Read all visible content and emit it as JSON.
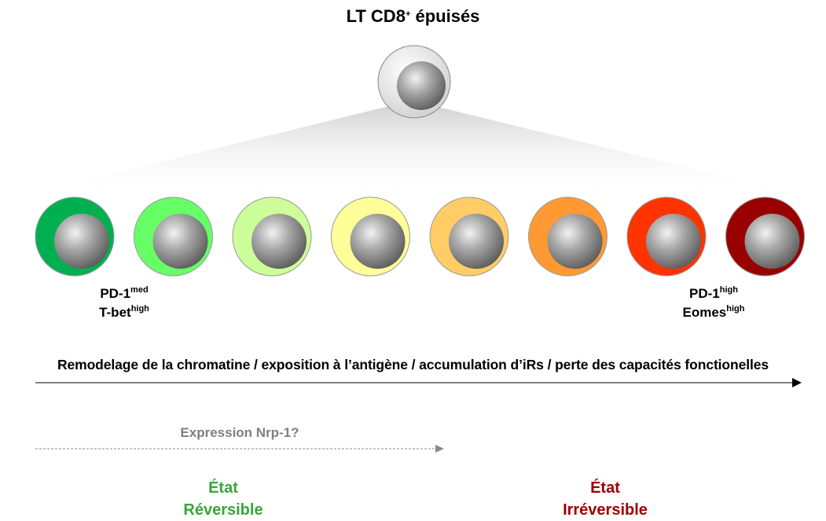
{
  "title": {
    "main": "LT CD8",
    "sup": "+",
    "rest": " épuisés"
  },
  "cells": [
    {
      "state": "stage-1",
      "color": "#00b050"
    },
    {
      "state": "stage-2",
      "color": "#66ff66"
    },
    {
      "state": "stage-3",
      "color": "#ccff99"
    },
    {
      "state": "stage-4",
      "color": "#ffff99"
    },
    {
      "state": "stage-5",
      "color": "#ffcc66"
    },
    {
      "state": "stage-6",
      "color": "#ff9933"
    },
    {
      "state": "stage-7",
      "color": "#ff3300"
    },
    {
      "state": "stage-8",
      "color": "#990000"
    }
  ],
  "markers": {
    "left": {
      "line1": "PD-1",
      "line1_sup": "med",
      "line2": "T-bet",
      "line2_sup": "high"
    },
    "right": {
      "line1": "PD-1",
      "line1_sup": "high",
      "line2": "Eomes",
      "line2_sup": "high"
    }
  },
  "process_label": "Remodelage de la chromatine / exposition à l’antigène / accumulation d’iRs / perte des capacités fonctionelles",
  "nrp_label": "Expression Nrp-1?",
  "states": {
    "reversible": {
      "line1": "État",
      "line2": "Réversible",
      "color": "#3aa53a"
    },
    "irreversible": {
      "line1": "État",
      "line2": "Irréversible",
      "color": "#a00000"
    }
  }
}
